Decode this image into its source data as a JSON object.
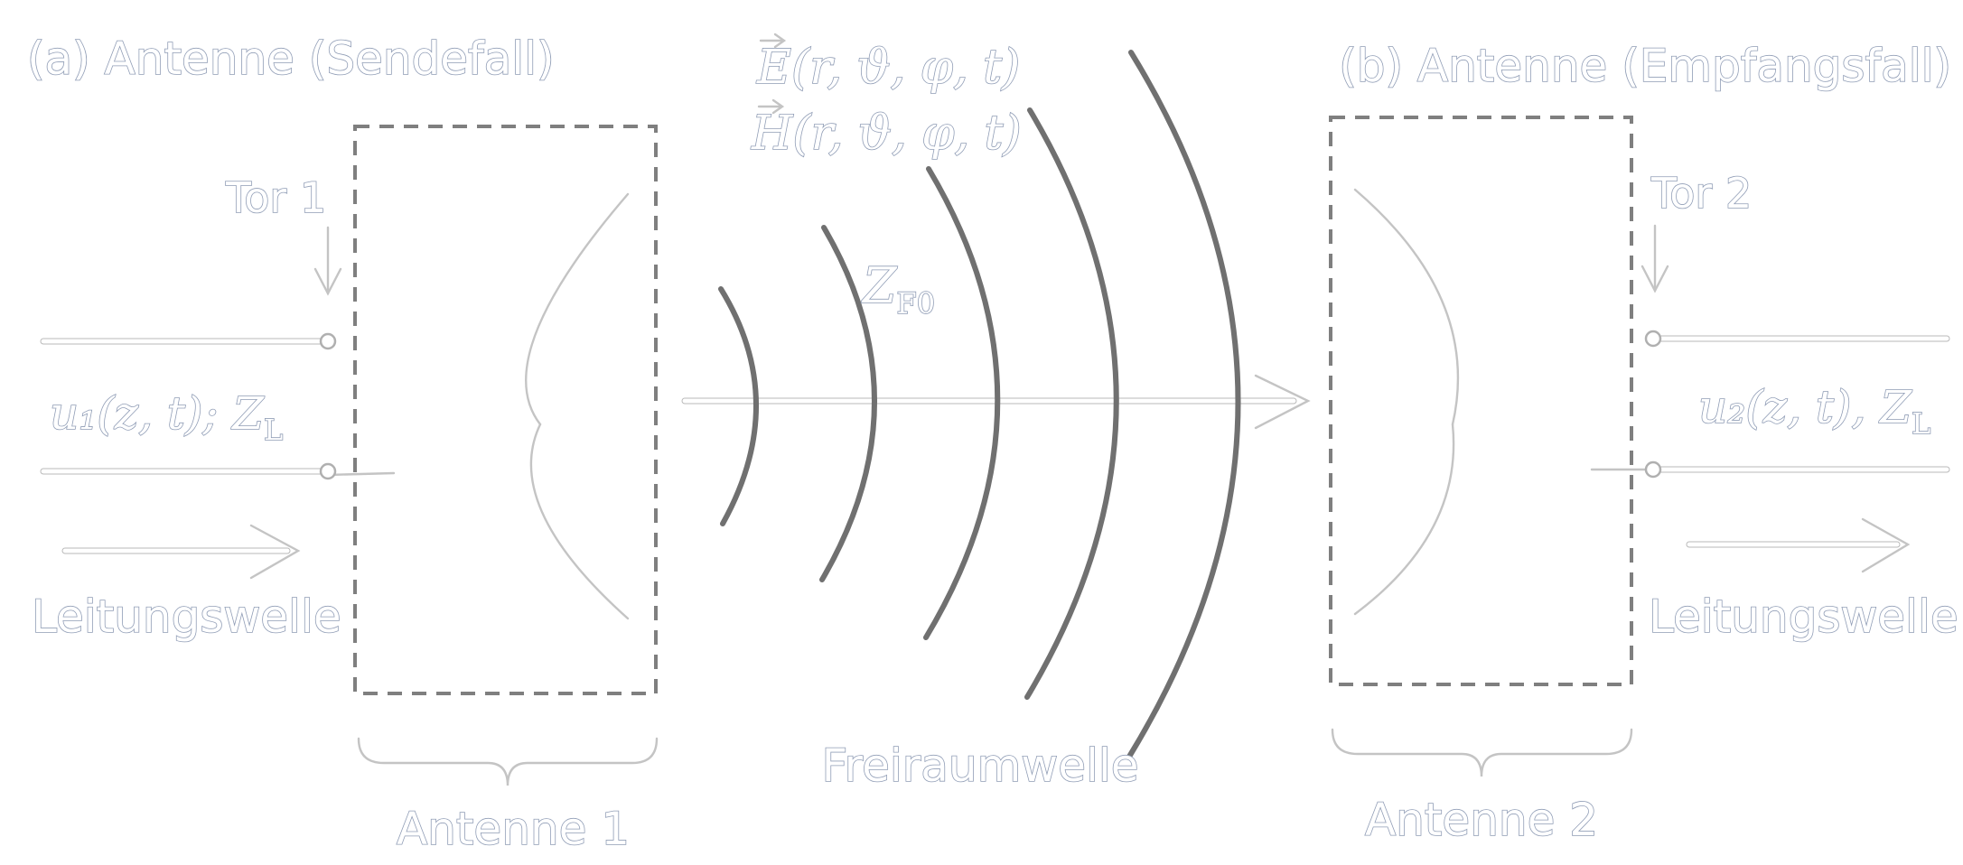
{
  "labels": {
    "title_send": "(a) Antenne (Sendefall)",
    "title_receive": "(b) Antenne (Empfangsfall)",
    "port_1": "Tor 1",
    "port_2": "Tor 2",
    "voltage_1": "u₁(z, t); Z",
    "voltage_1_sub": "L",
    "voltage_2": "u₂(z, t), Z",
    "voltage_2_sub": "L",
    "field_e": "E(r, ϑ, φ, t)",
    "field_h": "H(r, ϑ, φ, t)",
    "impedance": "Z",
    "impedance_sub": "F0",
    "line_wave_1": "Leitungswelle",
    "line_wave_2": "Leitungswelle",
    "free_space_wave": "Freiraumwelle",
    "antenna_1": "Antenne 1",
    "antenna_2": "Antenne 2"
  },
  "colors": {
    "outline": "#8f9cb5",
    "box_dash": "#7f7f7f",
    "wavefront": "#707070"
  }
}
